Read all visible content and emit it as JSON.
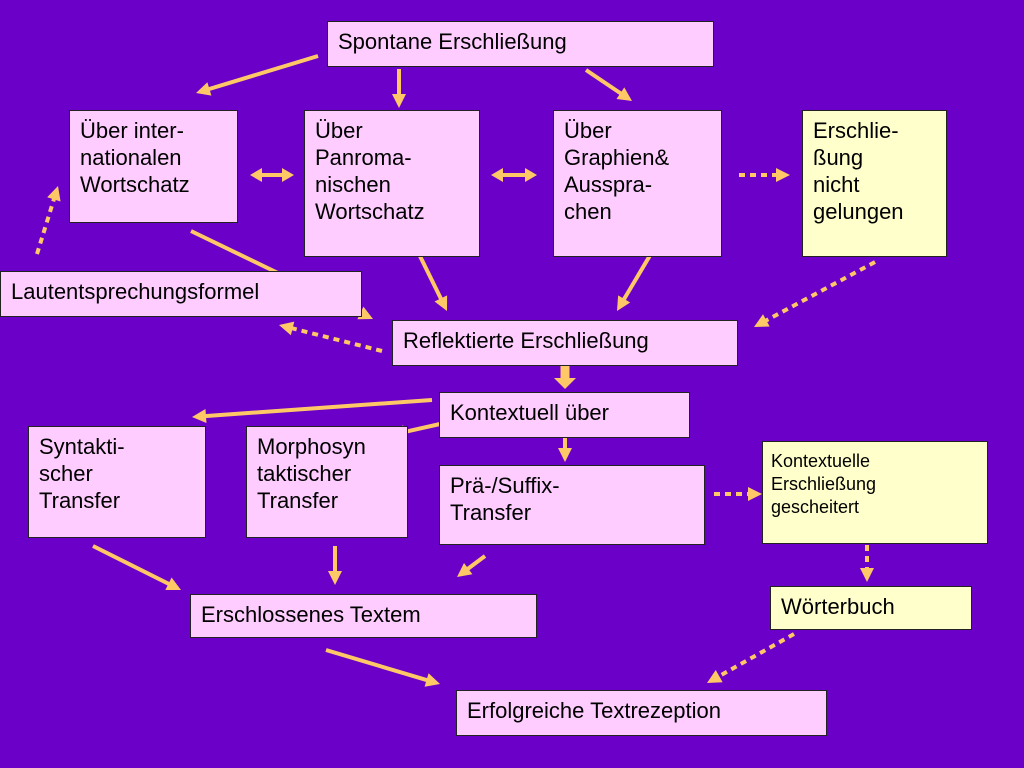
{
  "diagram": {
    "colors": {
      "background": "#6b00c8",
      "box_pink": "#ffccff",
      "box_yellow": "#ffffcc",
      "arrow": "#ffc866"
    },
    "nodes": {
      "spontane": "Spontane Erschließung",
      "international": "Über inter-\nnationalen\nWortschatz",
      "panromanisch": "Über\nPanroma-\nnischen\nWortschatz",
      "graphien": "Über\nGraphien&\nAusspra-\nchen",
      "nicht_gelungen": "Erschlie-\nßung\nnicht\ngelungen",
      "lautentsprechung": "Lautentsprechungsformel",
      "reflektiert": "Reflektierte Erschließung",
      "kontextuell": "Kontextuell über",
      "syntaktisch": "Syntakti-\nscher\nTransfer",
      "morphosyntaktisch": "Morphosyn\ntaktischer\nTransfer",
      "praesuffix": "Prä-/Suffix-\nTransfer",
      "kontext_gescheitert": "Kontextuelle\nErschließung\ngescheitert",
      "woerterbuch": "Wörterbuch",
      "textem": "Erschlossenes Textem",
      "erfolgreich": "Erfolgreiche Textrezeption"
    }
  }
}
